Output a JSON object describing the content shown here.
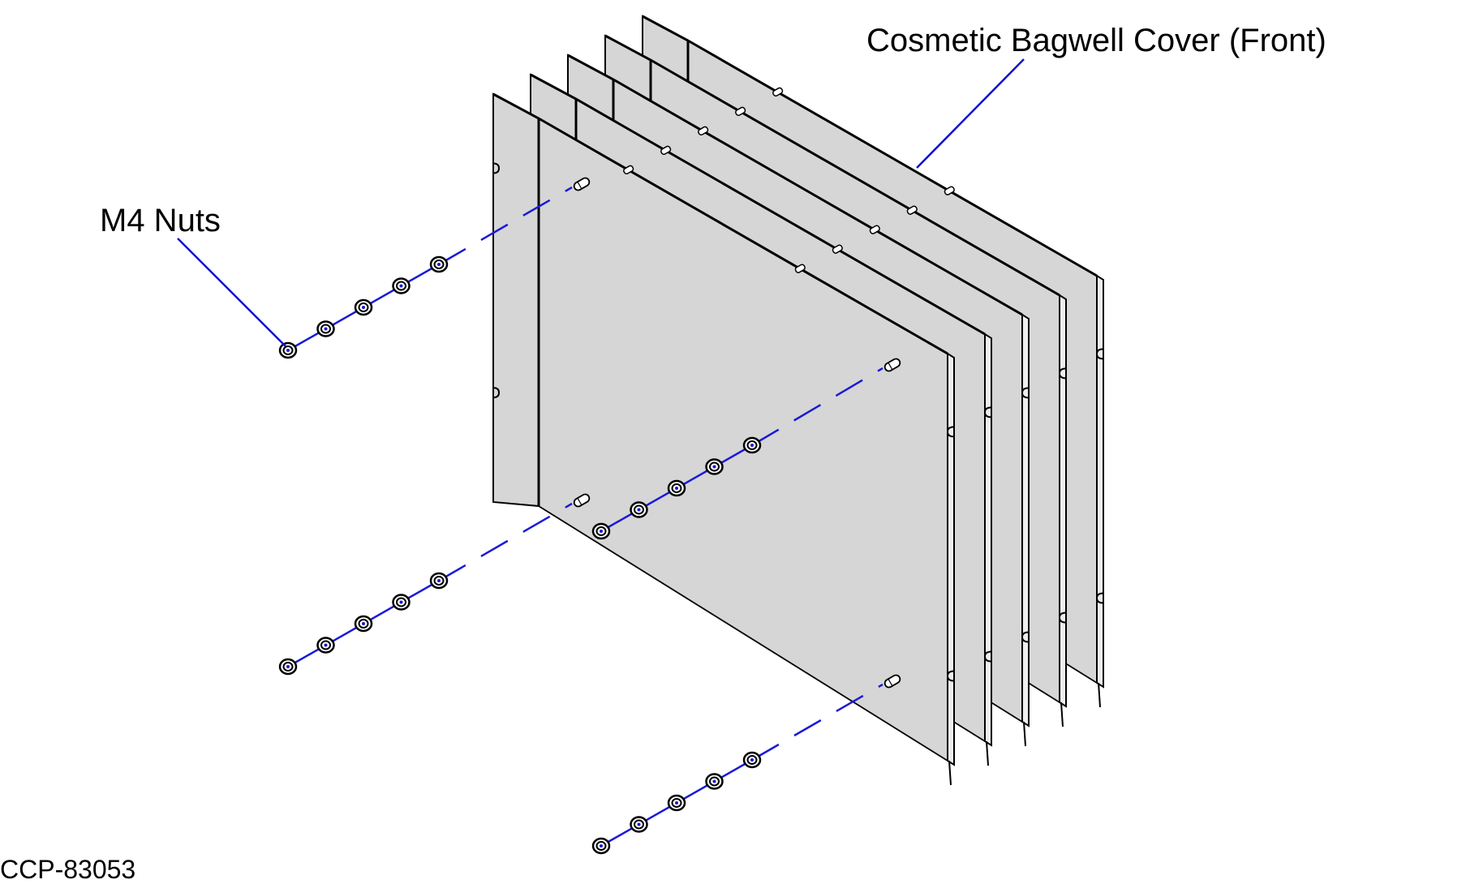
{
  "callouts": {
    "cover": "Cosmetic Bagwell Cover (Front)",
    "nuts": "M4 Nuts"
  },
  "drawing_id": "CCP-83053",
  "colors": {
    "panel_fill": "#d6d6d6",
    "outline": "#000000",
    "leader": "#1010d0",
    "axis_line": "#1a1ad8",
    "background": "#ffffff"
  },
  "assembly": {
    "cover_panel_count": 5,
    "nut_rows": 4,
    "nuts_per_row": 5
  }
}
